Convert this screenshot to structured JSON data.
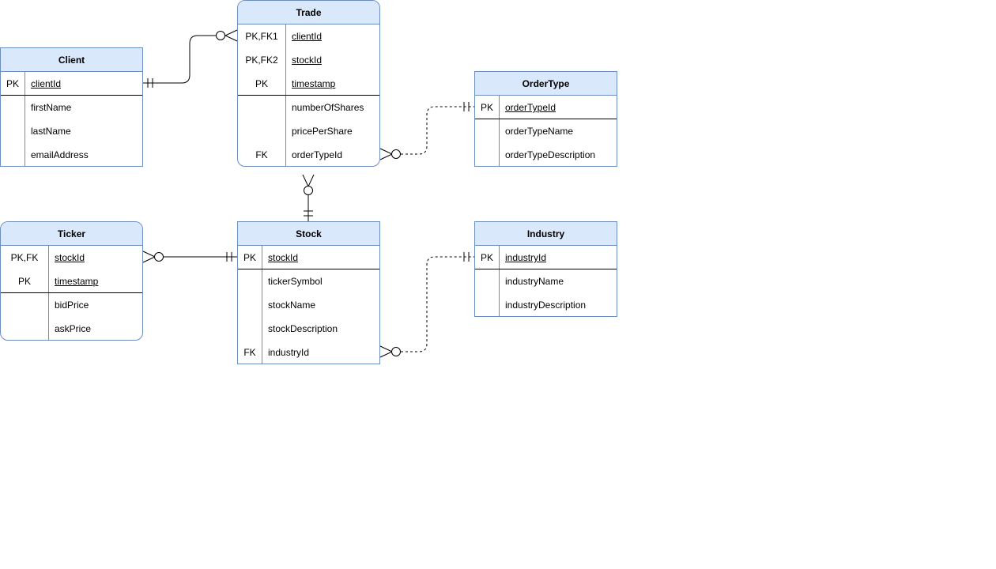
{
  "entities": {
    "client": {
      "title": "Client",
      "rows": [
        {
          "key": "PK",
          "name": "clientId",
          "pk": true
        },
        {
          "key": "",
          "name": "firstName",
          "pk": false
        },
        {
          "key": "",
          "name": "lastName",
          "pk": false
        },
        {
          "key": "",
          "name": "emailAddress",
          "pk": false
        }
      ]
    },
    "trade": {
      "title": "Trade",
      "rows": [
        {
          "key": "PK,FK1",
          "name": "clientId",
          "pk": true
        },
        {
          "key": "PK,FK2",
          "name": "stockId",
          "pk": true
        },
        {
          "key": "PK",
          "name": "timestamp",
          "pk": true
        },
        {
          "key": "",
          "name": "numberOfShares",
          "pk": false
        },
        {
          "key": "",
          "name": "pricePerShare",
          "pk": false
        },
        {
          "key": "FK",
          "name": "orderTypeId",
          "pk": false
        }
      ]
    },
    "ordertype": {
      "title": "OrderType",
      "rows": [
        {
          "key": "PK",
          "name": "orderTypeId",
          "pk": true
        },
        {
          "key": "",
          "name": "orderTypeName",
          "pk": false
        },
        {
          "key": "",
          "name": "orderTypeDescription",
          "pk": false
        }
      ]
    },
    "ticker": {
      "title": "Ticker",
      "rows": [
        {
          "key": "PK,FK",
          "name": "stockId",
          "pk": true
        },
        {
          "key": "PK",
          "name": "timestamp",
          "pk": true
        },
        {
          "key": "",
          "name": "bidPrice",
          "pk": false
        },
        {
          "key": "",
          "name": "askPrice",
          "pk": false
        }
      ]
    },
    "stock": {
      "title": "Stock",
      "rows": [
        {
          "key": "PK",
          "name": "stockId",
          "pk": true
        },
        {
          "key": "",
          "name": "tickerSymbol",
          "pk": false
        },
        {
          "key": "",
          "name": "stockName",
          "pk": false
        },
        {
          "key": "",
          "name": "stockDescription",
          "pk": false
        },
        {
          "key": "FK",
          "name": "industryId",
          "pk": false
        }
      ]
    },
    "industry": {
      "title": "Industry",
      "rows": [
        {
          "key": "PK",
          "name": "industryId",
          "pk": true
        },
        {
          "key": "",
          "name": "industryName",
          "pk": false
        },
        {
          "key": "",
          "name": "industryDescription",
          "pk": false
        }
      ]
    }
  },
  "relationships": [
    {
      "from": "client",
      "to": "trade",
      "from_cardinality": "exactly-one",
      "to_cardinality": "zero-or-many",
      "line": "solid"
    },
    {
      "from": "trade",
      "to": "ordertype",
      "from_cardinality": "zero-or-many",
      "to_cardinality": "exactly-one",
      "line": "dashed"
    },
    {
      "from": "trade",
      "to": "stock",
      "from_cardinality": "zero-or-many",
      "to_cardinality": "exactly-one",
      "line": "solid"
    },
    {
      "from": "ticker",
      "to": "stock",
      "from_cardinality": "zero-or-many",
      "to_cardinality": "exactly-one",
      "line": "solid"
    },
    {
      "from": "stock",
      "to": "industry",
      "from_cardinality": "zero-or-many",
      "to_cardinality": "exactly-one",
      "line": "dashed"
    }
  ],
  "colors": {
    "header_fill": "#dae8fc",
    "border": "#6c8ebf",
    "line": "#000000"
  }
}
